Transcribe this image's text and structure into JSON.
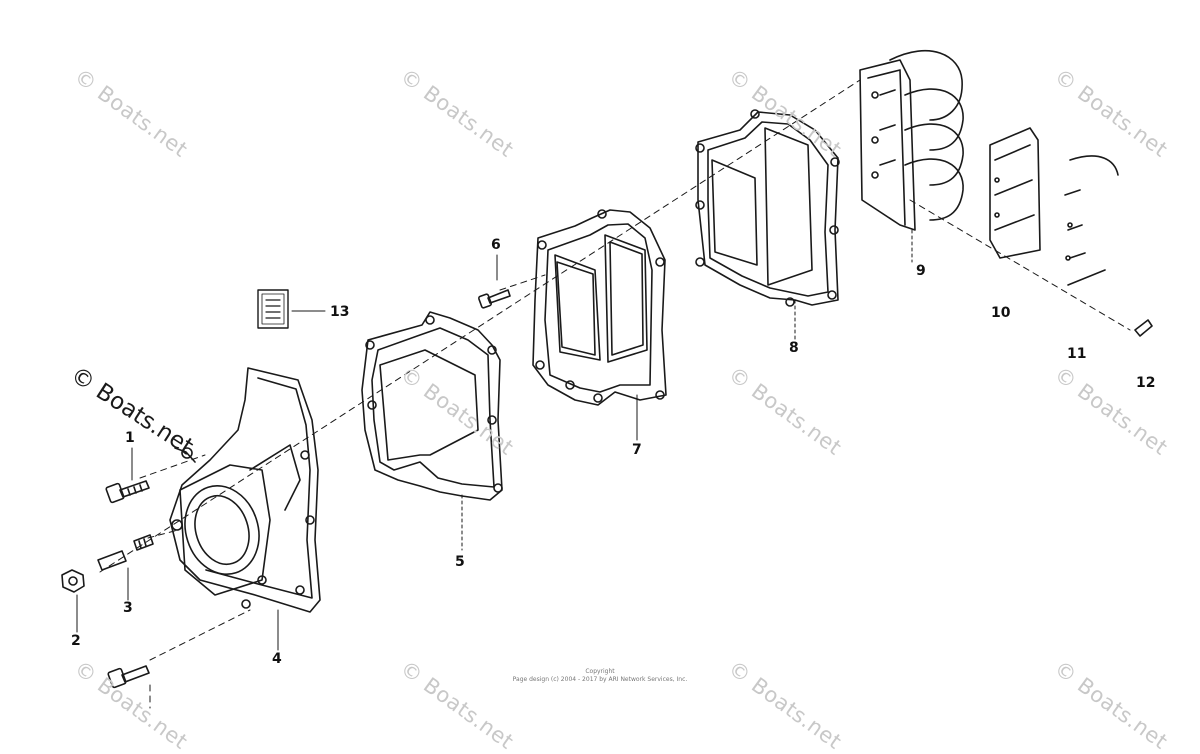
{
  "watermark": {
    "text": "© Boats.net"
  },
  "callouts": {
    "c1": "1",
    "c2": "2",
    "c3": "3",
    "c4": "4",
    "c5": "5",
    "c6": "6",
    "c7": "7",
    "c8": "8",
    "c9": "9",
    "c10": "10",
    "c11": "11",
    "c12": "12",
    "c13": "13"
  },
  "copyright": {
    "line1": "Copyright",
    "line2": "Page design (c) 2004 - 2017 by ARI Network Services, Inc."
  },
  "colors": {
    "line": "#1a1a1a",
    "watermark": "#c8c8c8"
  }
}
